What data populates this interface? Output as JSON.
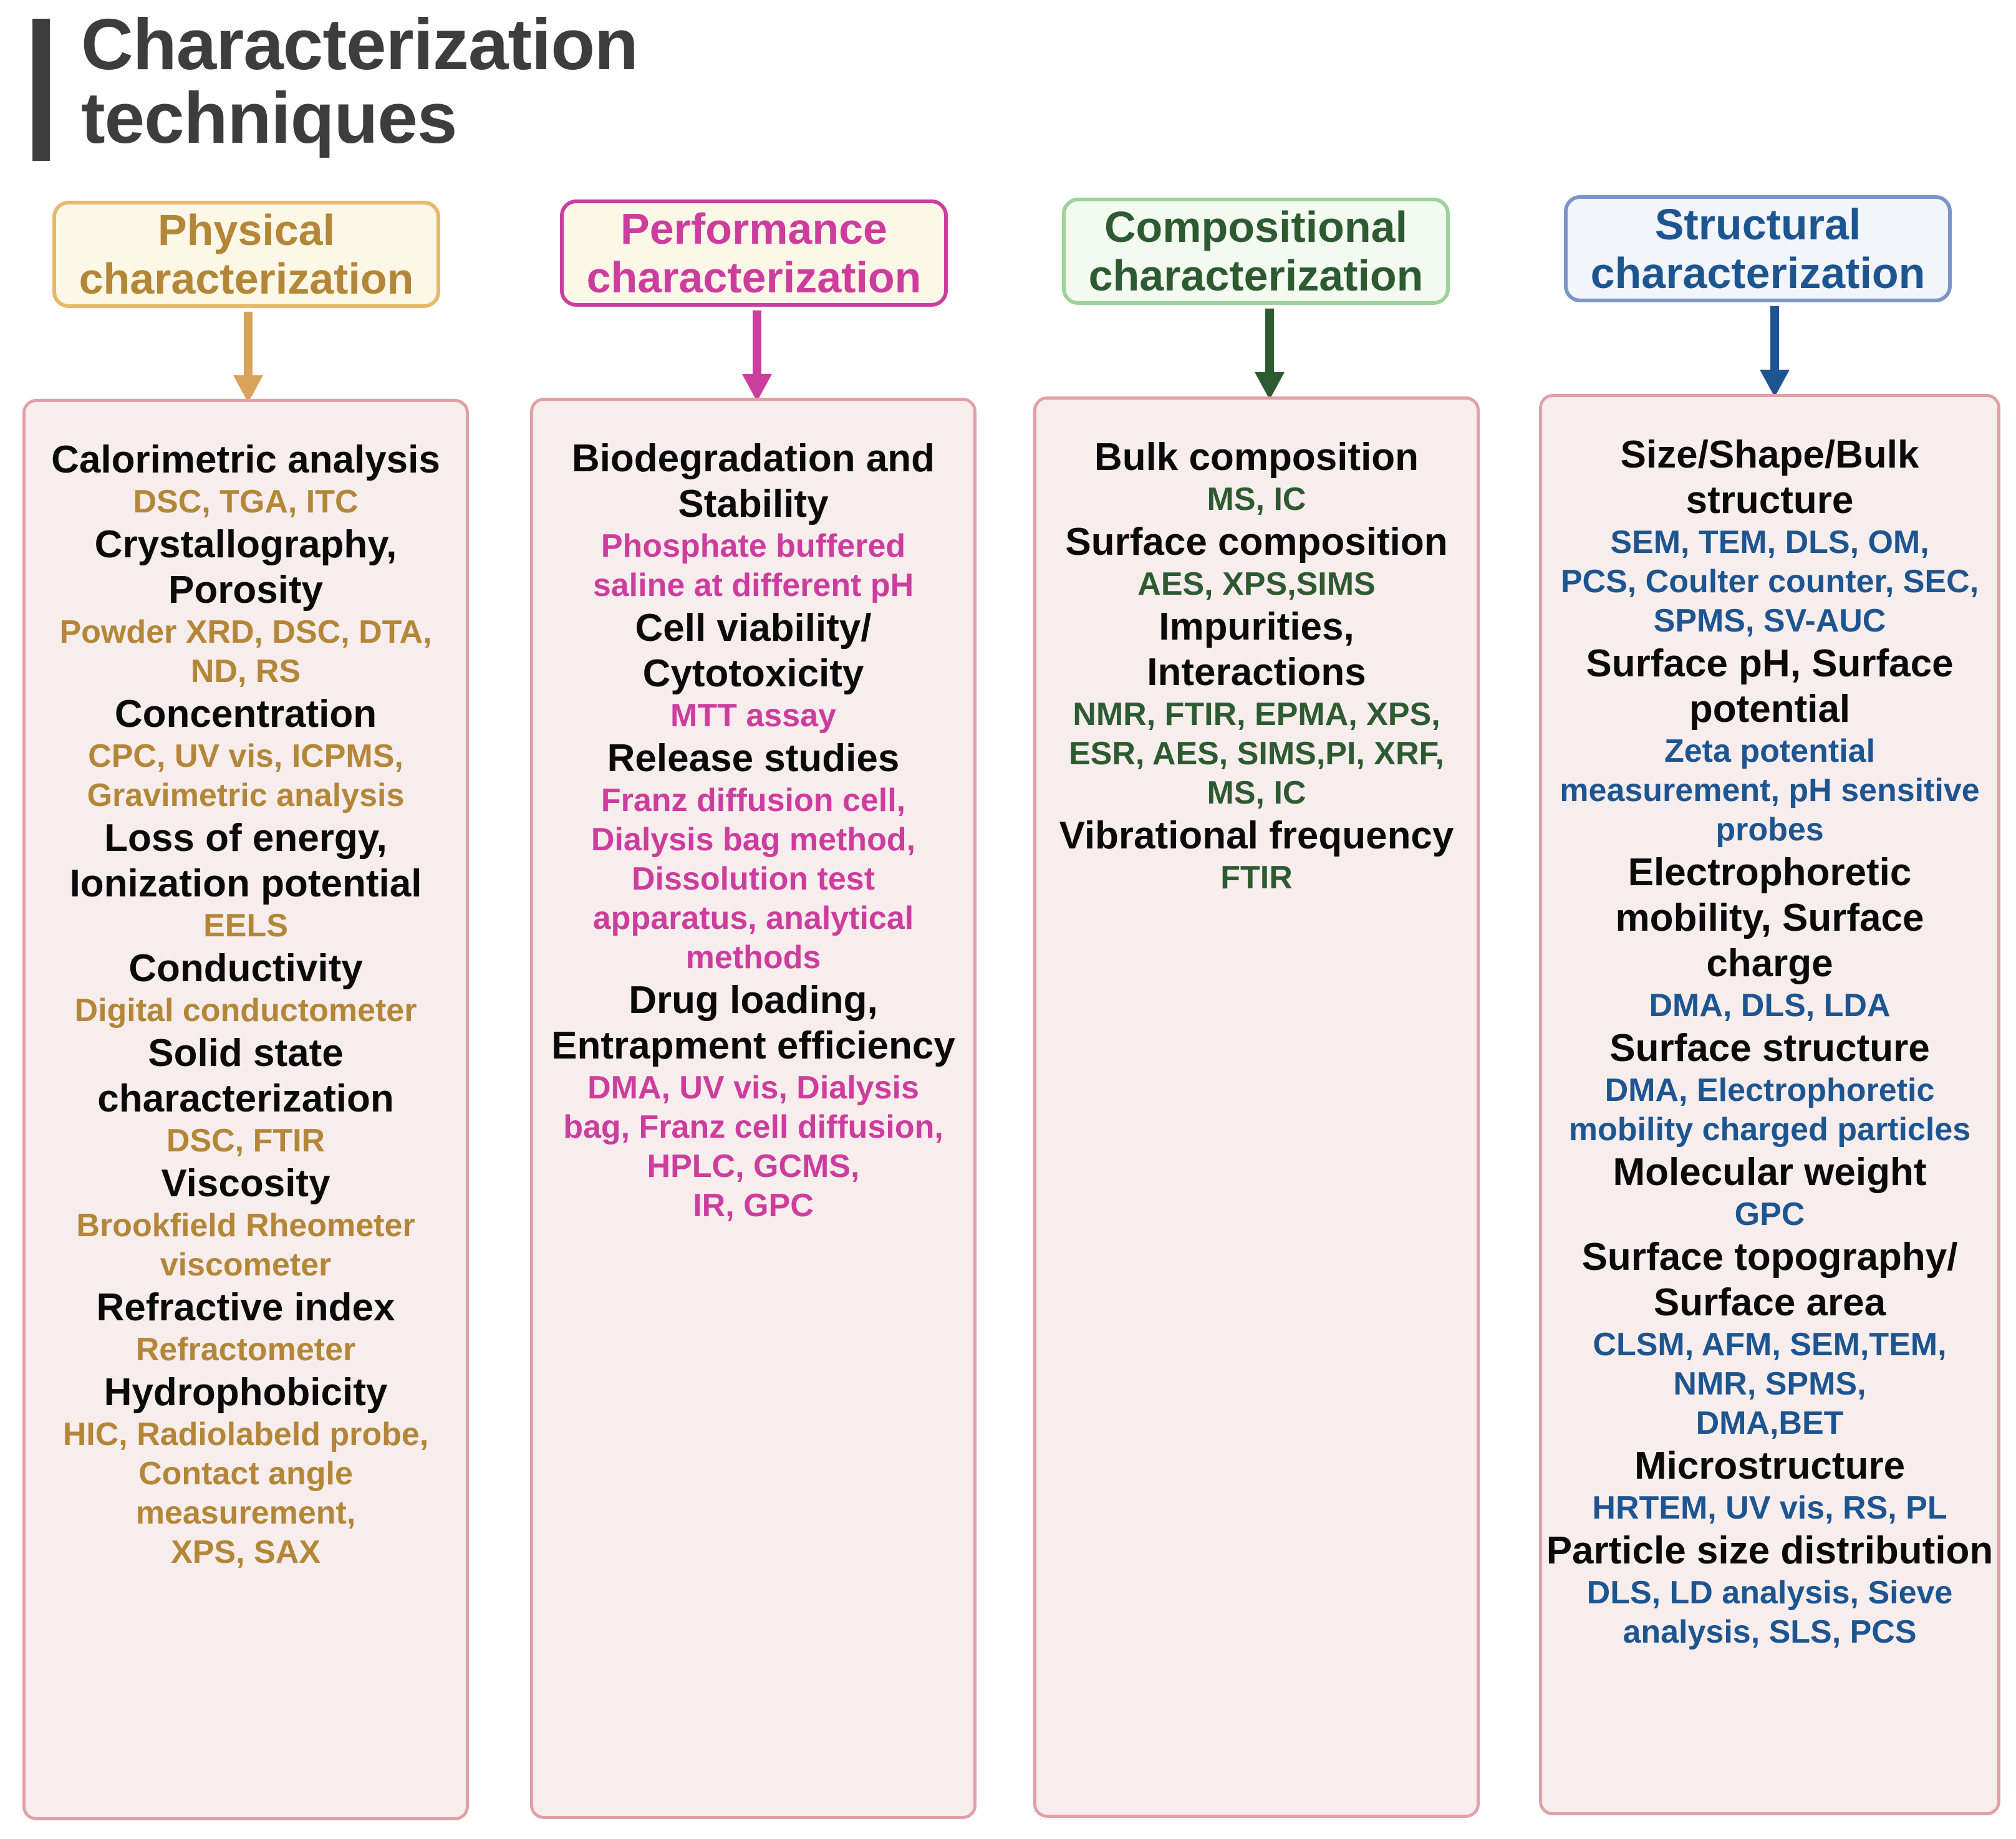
{
  "title": "Characterization techniques",
  "title_lines": [
    "Characterization",
    "techniques"
  ],
  "colors": {
    "title": "#3d3d3d",
    "column_bg": "#f8eded",
    "column_border": "#e1a0a6",
    "physical": "#b38638",
    "performance": "#cc3d9e",
    "compositional": "#2d5a30",
    "structural": "#1d5590"
  },
  "columns": [
    {
      "id": "physical",
      "header": "Physical characterization",
      "header_lines": [
        "Physical",
        "characterization"
      ],
      "header_color": "#b38638",
      "header_border": "#e6b96b",
      "header_bg": "#fcf7e6",
      "arrow_color": "#d9a35c",
      "items": [
        {
          "title": [
            "Calorimetric analysis"
          ],
          "methods": [
            "DSC, TGA, ITC"
          ]
        },
        {
          "title": [
            "Crystallography,",
            "Porosity"
          ],
          "methods": [
            "Powder XRD, DSC, DTA,",
            "ND,  RS"
          ]
        },
        {
          "title": [
            "Concentration"
          ],
          "methods": [
            "CPC, UV vis, ICPMS,",
            "Gravimetric analysis"
          ]
        },
        {
          "title": [
            "Loss of energy,",
            "Ionization potential"
          ],
          "methods": [
            "EELS"
          ]
        },
        {
          "title": [
            "Conductivity"
          ],
          "methods": [
            "Digital conductometer"
          ]
        },
        {
          "title": [
            "Solid state",
            "characterization"
          ],
          "methods": [
            "DSC, FTIR"
          ]
        },
        {
          "title": [
            "Viscosity"
          ],
          "methods": [
            "Brookfield Rheometer",
            "viscometer"
          ]
        },
        {
          "title": [
            "Refractive index"
          ],
          "methods": [
            "Refractometer"
          ]
        },
        {
          "title": [
            "Hydrophobicity"
          ],
          "methods": [
            "HIC, Radiolabeld probe,",
            "Contact angle",
            "measurement,",
            "XPS,  SAX"
          ]
        }
      ]
    },
    {
      "id": "performance",
      "header": "Performance characterization",
      "header_lines": [
        "Performance",
        "characterization"
      ],
      "header_color": "#cc3d9e",
      "header_border": "#cc3d9e",
      "header_bg": "#fcf7e6",
      "arrow_color": "#cc3d9e",
      "items": [
        {
          "title": [
            "Biodegradation and",
            "Stability"
          ],
          "methods": [
            "Phosphate buffered",
            "saline at different pH"
          ]
        },
        {
          "title": [
            "Cell viability/",
            "Cytotoxicity"
          ],
          "methods": [
            "MTT assay"
          ]
        },
        {
          "title": [
            "Release studies"
          ],
          "methods": [
            "Franz diffusion cell,",
            "Dialysis bag method,",
            "Dissolution test",
            "apparatus, analytical",
            "methods"
          ]
        },
        {
          "title": [
            "Drug loading,",
            "Entrapment efficiency"
          ],
          "methods": [
            "DMA, UV vis, Dialysis",
            "bag, Franz cell diffusion,",
            "HPLC, GCMS,",
            "IR, GPC"
          ]
        }
      ]
    },
    {
      "id": "compositional",
      "header": "Compositional characterization",
      "header_lines": [
        "Compositional",
        "characterization"
      ],
      "header_color": "#2d5a30",
      "header_border": "#9bd39b",
      "header_bg": "#f3fbf0",
      "arrow_color": "#2d5a30",
      "items": [
        {
          "title": [
            "Bulk composition"
          ],
          "methods": [
            "MS,  IC"
          ]
        },
        {
          "title": [
            "Surface composition"
          ],
          "methods": [
            "AES, XPS,SIMS"
          ]
        },
        {
          "title": [
            "Impurities,",
            "Interactions"
          ],
          "methods": [
            "NMR, FTIR, EPMA, XPS,",
            "ESR, AES, SIMS,PI, XRF,",
            "MS, IC"
          ]
        },
        {
          "title": [
            "Vibrational frequency"
          ],
          "methods": [
            "FTIR"
          ]
        }
      ]
    },
    {
      "id": "structural",
      "header": "Structural characterization",
      "header_lines": [
        "Structural",
        "characterization"
      ],
      "header_color": "#1d5590",
      "header_border": "#7a96c8",
      "header_bg": "#f2f5fc",
      "arrow_color": "#1d5590",
      "items": [
        {
          "title": [
            "Size/Shape/Bulk",
            "structure"
          ],
          "methods": [
            "SEM, TEM, DLS, OM,",
            "PCS, Coulter counter,  SEC,",
            "SPMS, SV-AUC"
          ]
        },
        {
          "title": [
            "Surface pH, Surface",
            "potential"
          ],
          "methods": [
            "Zeta potential",
            "measurement, pH sensitive",
            "probes"
          ]
        },
        {
          "title": [
            "Electrophoretic",
            "mobility, Surface",
            "charge"
          ],
          "methods": [
            "DMA, DLS, LDA"
          ]
        },
        {
          "title": [
            "Surface structure"
          ],
          "methods": [
            "DMA, Electrophoretic",
            "mobility charged particles"
          ]
        },
        {
          "title": [
            "Molecular weight"
          ],
          "methods": [
            "GPC"
          ]
        },
        {
          "title": [
            "Surface topography/",
            "Surface area"
          ],
          "methods": [
            "CLSM, AFM, SEM,TEM,",
            "NMR, SPMS,",
            "DMA,BET"
          ]
        },
        {
          "title": [
            "Microstructure"
          ],
          "methods": [
            "HRTEM, UV vis, RS, PL"
          ]
        },
        {
          "title": [
            "Particle size distribution"
          ],
          "methods": [
            "DLS, LD analysis, Sieve",
            "analysis, SLS,  PCS"
          ]
        }
      ]
    }
  ]
}
